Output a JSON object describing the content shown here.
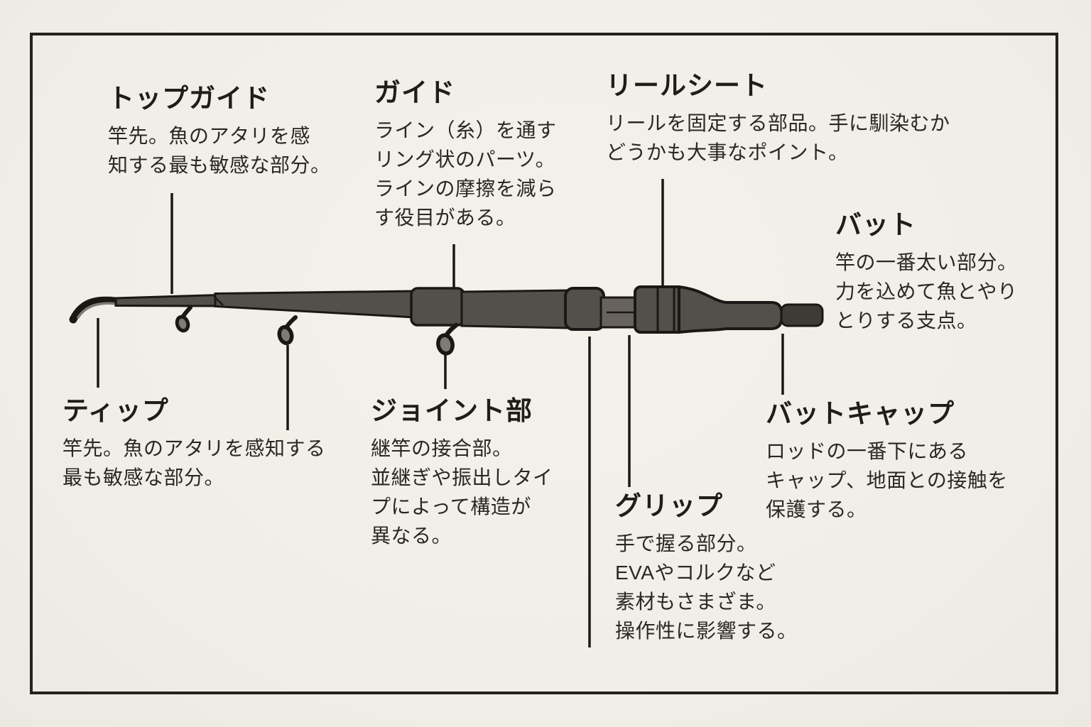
{
  "diagram_subject": "fishing-rod-parts-diagram",
  "colors": {
    "background": "#f2efe8",
    "frame": "#24211e",
    "ink": "#26231f",
    "outline": "#1a1815",
    "rod_fill": "#53504b",
    "rod_light": "#67625c",
    "rod_dark": "#3e3b37",
    "guide_inner": "#7f7a73"
  },
  "labels": {
    "top_guide": {
      "title": "トップガイド",
      "description": "竿先。魚のアタリを感\n知する最も敏感な部分。"
    },
    "guide": {
      "title": "ガイド",
      "description": "ライン（糸）を通す\nリング状のパーツ。\nラインの摩擦を減ら\nす役目がある。"
    },
    "reel_seat": {
      "title": "リールシート",
      "description": "リールを固定する部品。手に馴染むか\nどうかも大事なポイント。"
    },
    "butt": {
      "title": "バット",
      "description": "竿の一番太い部分。\n力を込めて魚とやり\nとりする支点。"
    },
    "tip": {
      "title": "ティップ",
      "description": "竿先。魚のアタリを感知する\n最も敏感な部分。"
    },
    "joint": {
      "title": "ジョイント部",
      "description": "継竿の接合部。\n並継ぎや振出しタイ\nプによって構造が\n異なる。"
    },
    "grip": {
      "title": "グリップ",
      "description": "手で握る部分。\nEVAやコルクなど\n素材もさまざま。\n操作性に影響する。"
    },
    "butt_cap": {
      "title": "バットキャップ",
      "description": "ロッドの一番下にある\nキャップ、地面との接触を\n保護する。"
    }
  }
}
